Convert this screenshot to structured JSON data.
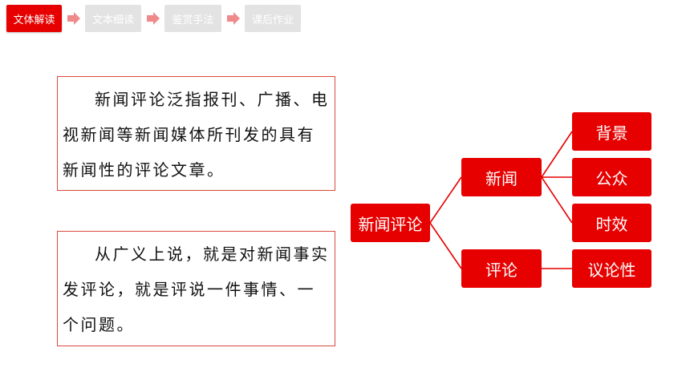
{
  "nav": {
    "tabs": [
      {
        "label": "文体解读",
        "active": true
      },
      {
        "label": "文本细读",
        "active": false
      },
      {
        "label": "鉴赏手法",
        "active": false
      },
      {
        "label": "课后作业",
        "active": false
      }
    ],
    "arrow_icon": "right-arrow-icon"
  },
  "boxes": {
    "definition": "新闻评论泛指报刊、广播、电视新闻等新闻媒体所刊发的具有新闻性的评论文章。",
    "broad": "从广义上说，就是对新闻事实发评论，就是评说一件事情、一个问题。"
  },
  "mindmap": {
    "root": "新闻评论",
    "news": {
      "label": "新闻",
      "children": [
        "背景",
        "公众",
        "时效"
      ]
    },
    "comment": {
      "label": "评论",
      "children": [
        "议论性"
      ]
    }
  },
  "colors": {
    "accent": "#e60000",
    "inactive_tab": "#e3e3e3",
    "arrow": "#f08a8a",
    "box_border": "#d84a3f",
    "connector": "#e60000"
  }
}
